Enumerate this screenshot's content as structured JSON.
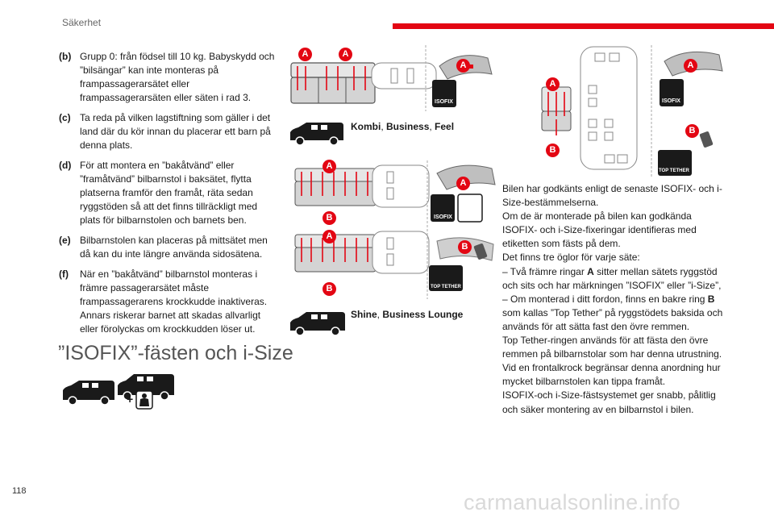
{
  "header": {
    "section": "Säkerhet",
    "page_number": "118"
  },
  "watermark": "carmanualsonline.info",
  "list_items": [
    {
      "key": "(b)",
      "text": "Grupp 0: från födsel till 10 kg. Babyskydd och ”bilsängar” kan inte monteras på frampassagerarsätet eller frampassagerarsäten eller säten i rad 3."
    },
    {
      "key": "(c)",
      "text": "Ta reda på vilken lagstiftning som gäller i det land där du kör innan du placerar ett barn på denna plats."
    },
    {
      "key": "(d)",
      "text": "För att montera en ”bakåtvänd” eller ”framåtvänd” bilbarnstol i baksätet, flytta platserna framför den framåt, räta sedan ryggstöden så att det finns tillräckligt med plats för bilbarnstolen och barnets ben."
    },
    {
      "key": "(e)",
      "text": "Bilbarnstolen kan placeras på mittsätet men då kan du inte längre använda sidosätena."
    },
    {
      "key": "(f)",
      "text": "När en ”bakåtvänd” bilbarnstol monteras i främre passagerarsätet måste frampassagerarens krockkudde inaktiveras. Annars riskerar barnet att skadas allvarligt eller förolyckas om krockkudden löser ut."
    }
  ],
  "section_title": "”ISOFIX”-fästen och i-Size",
  "captions": {
    "kombi": [
      "Kombi",
      ", ",
      "Business",
      ", ",
      "Feel"
    ],
    "shine": [
      "Shine",
      ", ",
      "Business Lounge"
    ]
  },
  "labels": {
    "a": "A",
    "b": "B",
    "plus": "+",
    "isofix": "ISOFIX",
    "top_tether": "TOP TETHER"
  },
  "paragraph": {
    "p1": "Bilen har godkänts enligt de senaste ISOFIX- och i-Size-bestämmelserna.",
    "p2": "Om de är monterade på bilen kan godkända ISOFIX- och i-Size-fixeringar identifieras med etiketten som fästs på dem.",
    "p3": "Det finns tre öglor för varje säte:",
    "p4a": "– Två främre ringar ",
    "p4b": "A",
    "p4c": " sitter mellan sätets ryggstöd och sits och har märkningen ”ISOFIX” eller ”i-Size”,",
    "p5a": "– Om monterad i ditt fordon, finns en bakre ring ",
    "p5b": "B",
    "p5c": " som kallas ”Top Tether” på ryggstödets baksida och används för att sätta fast den övre remmen.",
    "p6": "Top Tether-ringen används för att fästa den övre remmen på bilbarnstolar som har denna utrustning. Vid en frontalkrock begränsar denna anordning hur mycket bilbarnstolen kan tippa framåt.",
    "p7": "ISOFIX-och i-Size-fästsystemet ger snabb, pålitlig och säker montering av en bilbarnstol i bilen."
  }
}
